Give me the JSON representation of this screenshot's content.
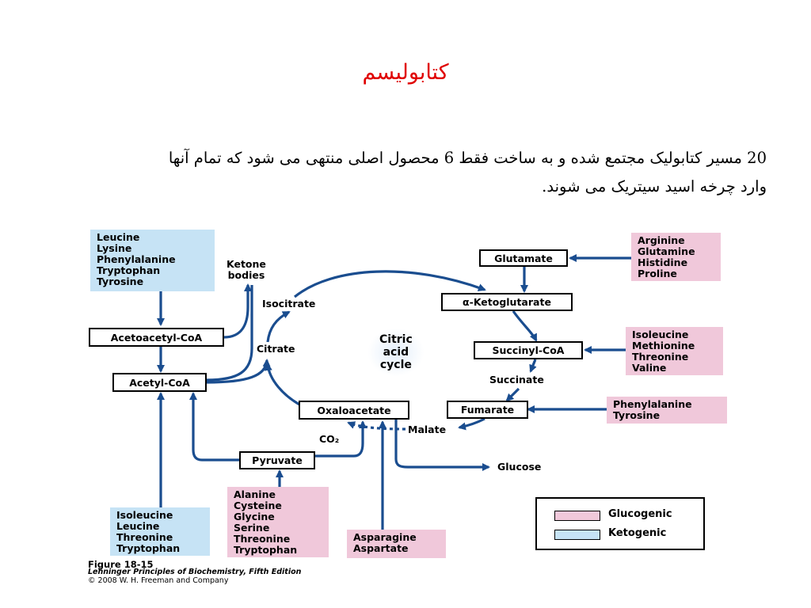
{
  "slide": {
    "title": "کتابولیسم",
    "body_line1": "20 مسیر کتابولیک مجتمع شده و به ساخت فقط 6 محصول اصلی منتهی می شود که تمام آنها",
    "body_line2": "وارد چرخه اسید سیتریک می شوند."
  },
  "diagram": {
    "amino_groups": {
      "ketogenic_top": "Leucine\nLysine\nPhenylalanine\nTryptophan\nTyrosine",
      "glucogenic_arginine": "Arginine\nGlutamine\nHistidine\nProline",
      "glucogenic_isoleucine": "Isoleucine\nMethionine\nThreonine\nValine",
      "glucogenic_phenylalanine": "Phenylalanine\nTyrosine",
      "glucogenic_alanine": "Alanine\nCysteine\nGlycine\nSerine\nThreonine\nTryptophan",
      "glucogenic_asparagine": "Asparagine\nAspartate",
      "ketogenic_bottom": "Isoleucine\nLeucine\nThreonine\nTryptophan"
    },
    "nodes": {
      "acetoacetyl_coa": "Acetoacetyl-CoA",
      "acetyl_coa": "Acetyl-CoA",
      "pyruvate": "Pyruvate",
      "oxaloacetate": "Oxaloacetate",
      "glutamate": "Glutamate",
      "alpha_ketoglutarate": "α-Ketoglutarate",
      "succinyl_coa": "Succinyl-CoA",
      "fumarate": "Fumarate"
    },
    "labels": {
      "ketone_bodies": "Ketone\nbodies",
      "isocitrate": "Isocitrate",
      "citrate": "Citrate",
      "citric_acid_cycle": "Citric\nacid\ncycle",
      "succinate": "Succinate",
      "malate": "Malate",
      "co2": "CO₂",
      "glucose": "Glucose"
    },
    "legend": {
      "glucogenic": "Glucogenic",
      "ketogenic": "Ketogenic",
      "glucogenic_color": "#f0c8da",
      "ketogenic_color": "#c6e3f5"
    },
    "caption": {
      "figure": "Figure 18-15",
      "source": "Lehninger Principles of Biochemistry, Fifth Edition",
      "copyright": "© 2008 W. H. Freeman and Company"
    },
    "arrow_color": "#1a4d8f"
  }
}
